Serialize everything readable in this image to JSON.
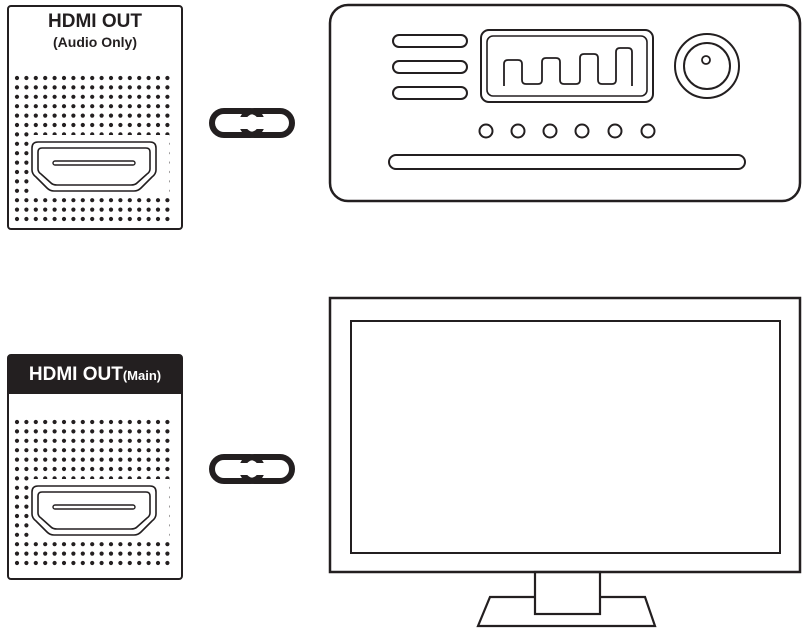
{
  "panels": {
    "audio": {
      "title": "HDMI OUT",
      "subtitle": "(Audio Only)"
    },
    "main": {
      "title": "HDMI OUT",
      "subtitle": "(Main)"
    }
  },
  "icons": {
    "link": "chain-link-icon",
    "hdmi": "hdmi-port-icon",
    "amplifier": "av-receiver-icon",
    "tv": "television-icon"
  },
  "colors": {
    "ink": "#231f20",
    "background": "#ffffff"
  }
}
